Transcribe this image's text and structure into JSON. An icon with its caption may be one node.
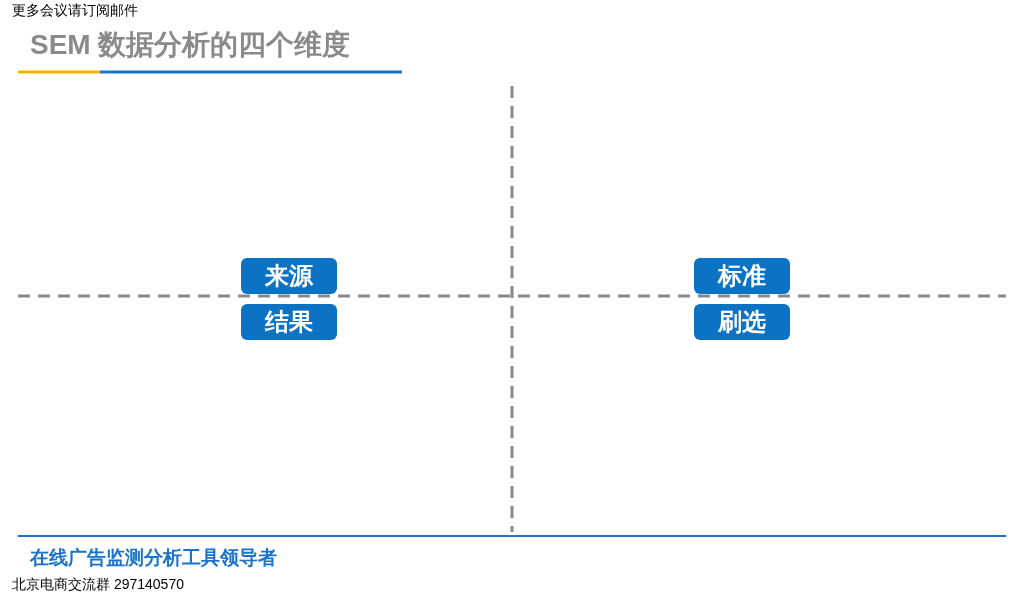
{
  "diagram": {
    "title": "SEM 数据分析的四个维度",
    "nodes": [
      {
        "text": [
          "来源"
        ]
      },
      {
        "text": [
          "标准"
        ]
      },
      {
        "text": [
          "结果"
        ]
      },
      {
        "text": [
          "刷选"
        ]
      }
    ],
    "labels": [
      "更多会议请订阅邮件",
      "在线广告监测分析工具领导者",
      "北京电商交流群 297140570"
    ]
  }
}
